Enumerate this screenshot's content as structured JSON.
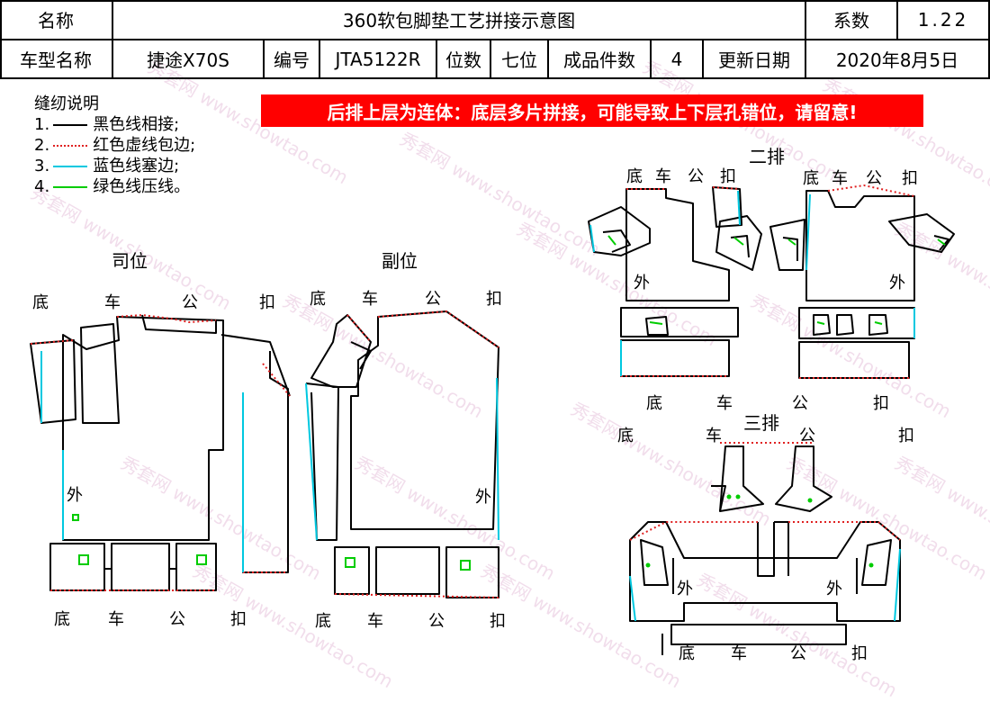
{
  "header": {
    "name_label": "名称",
    "title": "360软包脚垫工艺拼接示意图",
    "coef_label": "系数",
    "coef_value": "1.22",
    "model_label": "车型名称",
    "model_value": "捷途X70S",
    "code_label": "编号",
    "code_value": "JTA5122R",
    "seat_label": "位数",
    "seat_value": "七位",
    "pieces_label": "成品件数",
    "pieces_value": "4",
    "date_label": "更新日期",
    "date_value": "2020年8月5日"
  },
  "notes": {
    "title": "缝纫说明",
    "items": [
      {
        "num": "1.",
        "text": "黑色线相接;",
        "color": "#000000"
      },
      {
        "num": "2.",
        "text": "红色虚线包边;",
        "color": "#e02020"
      },
      {
        "num": "3.",
        "text": "蓝色线塞边;",
        "color": "#00c8e0"
      },
      {
        "num": "4.",
        "text": "绿色线压线。",
        "color": "#00cc00"
      }
    ]
  },
  "banner": "后排上层为连体：底层多片拼接，可能导致上下层孔错位，请留意!",
  "sections": {
    "driver": "司位",
    "passenger": "副位",
    "row2": "二排",
    "row3": "三排"
  },
  "labels": {
    "di": "底",
    "che": "车",
    "gong": "公",
    "kou": "扣",
    "wai": "外"
  },
  "watermark": "秀套网 www.showtao.com",
  "colors": {
    "red": "#e02020",
    "cyan": "#00c8e0",
    "green": "#00cc00",
    "banner": "#ff0000"
  }
}
